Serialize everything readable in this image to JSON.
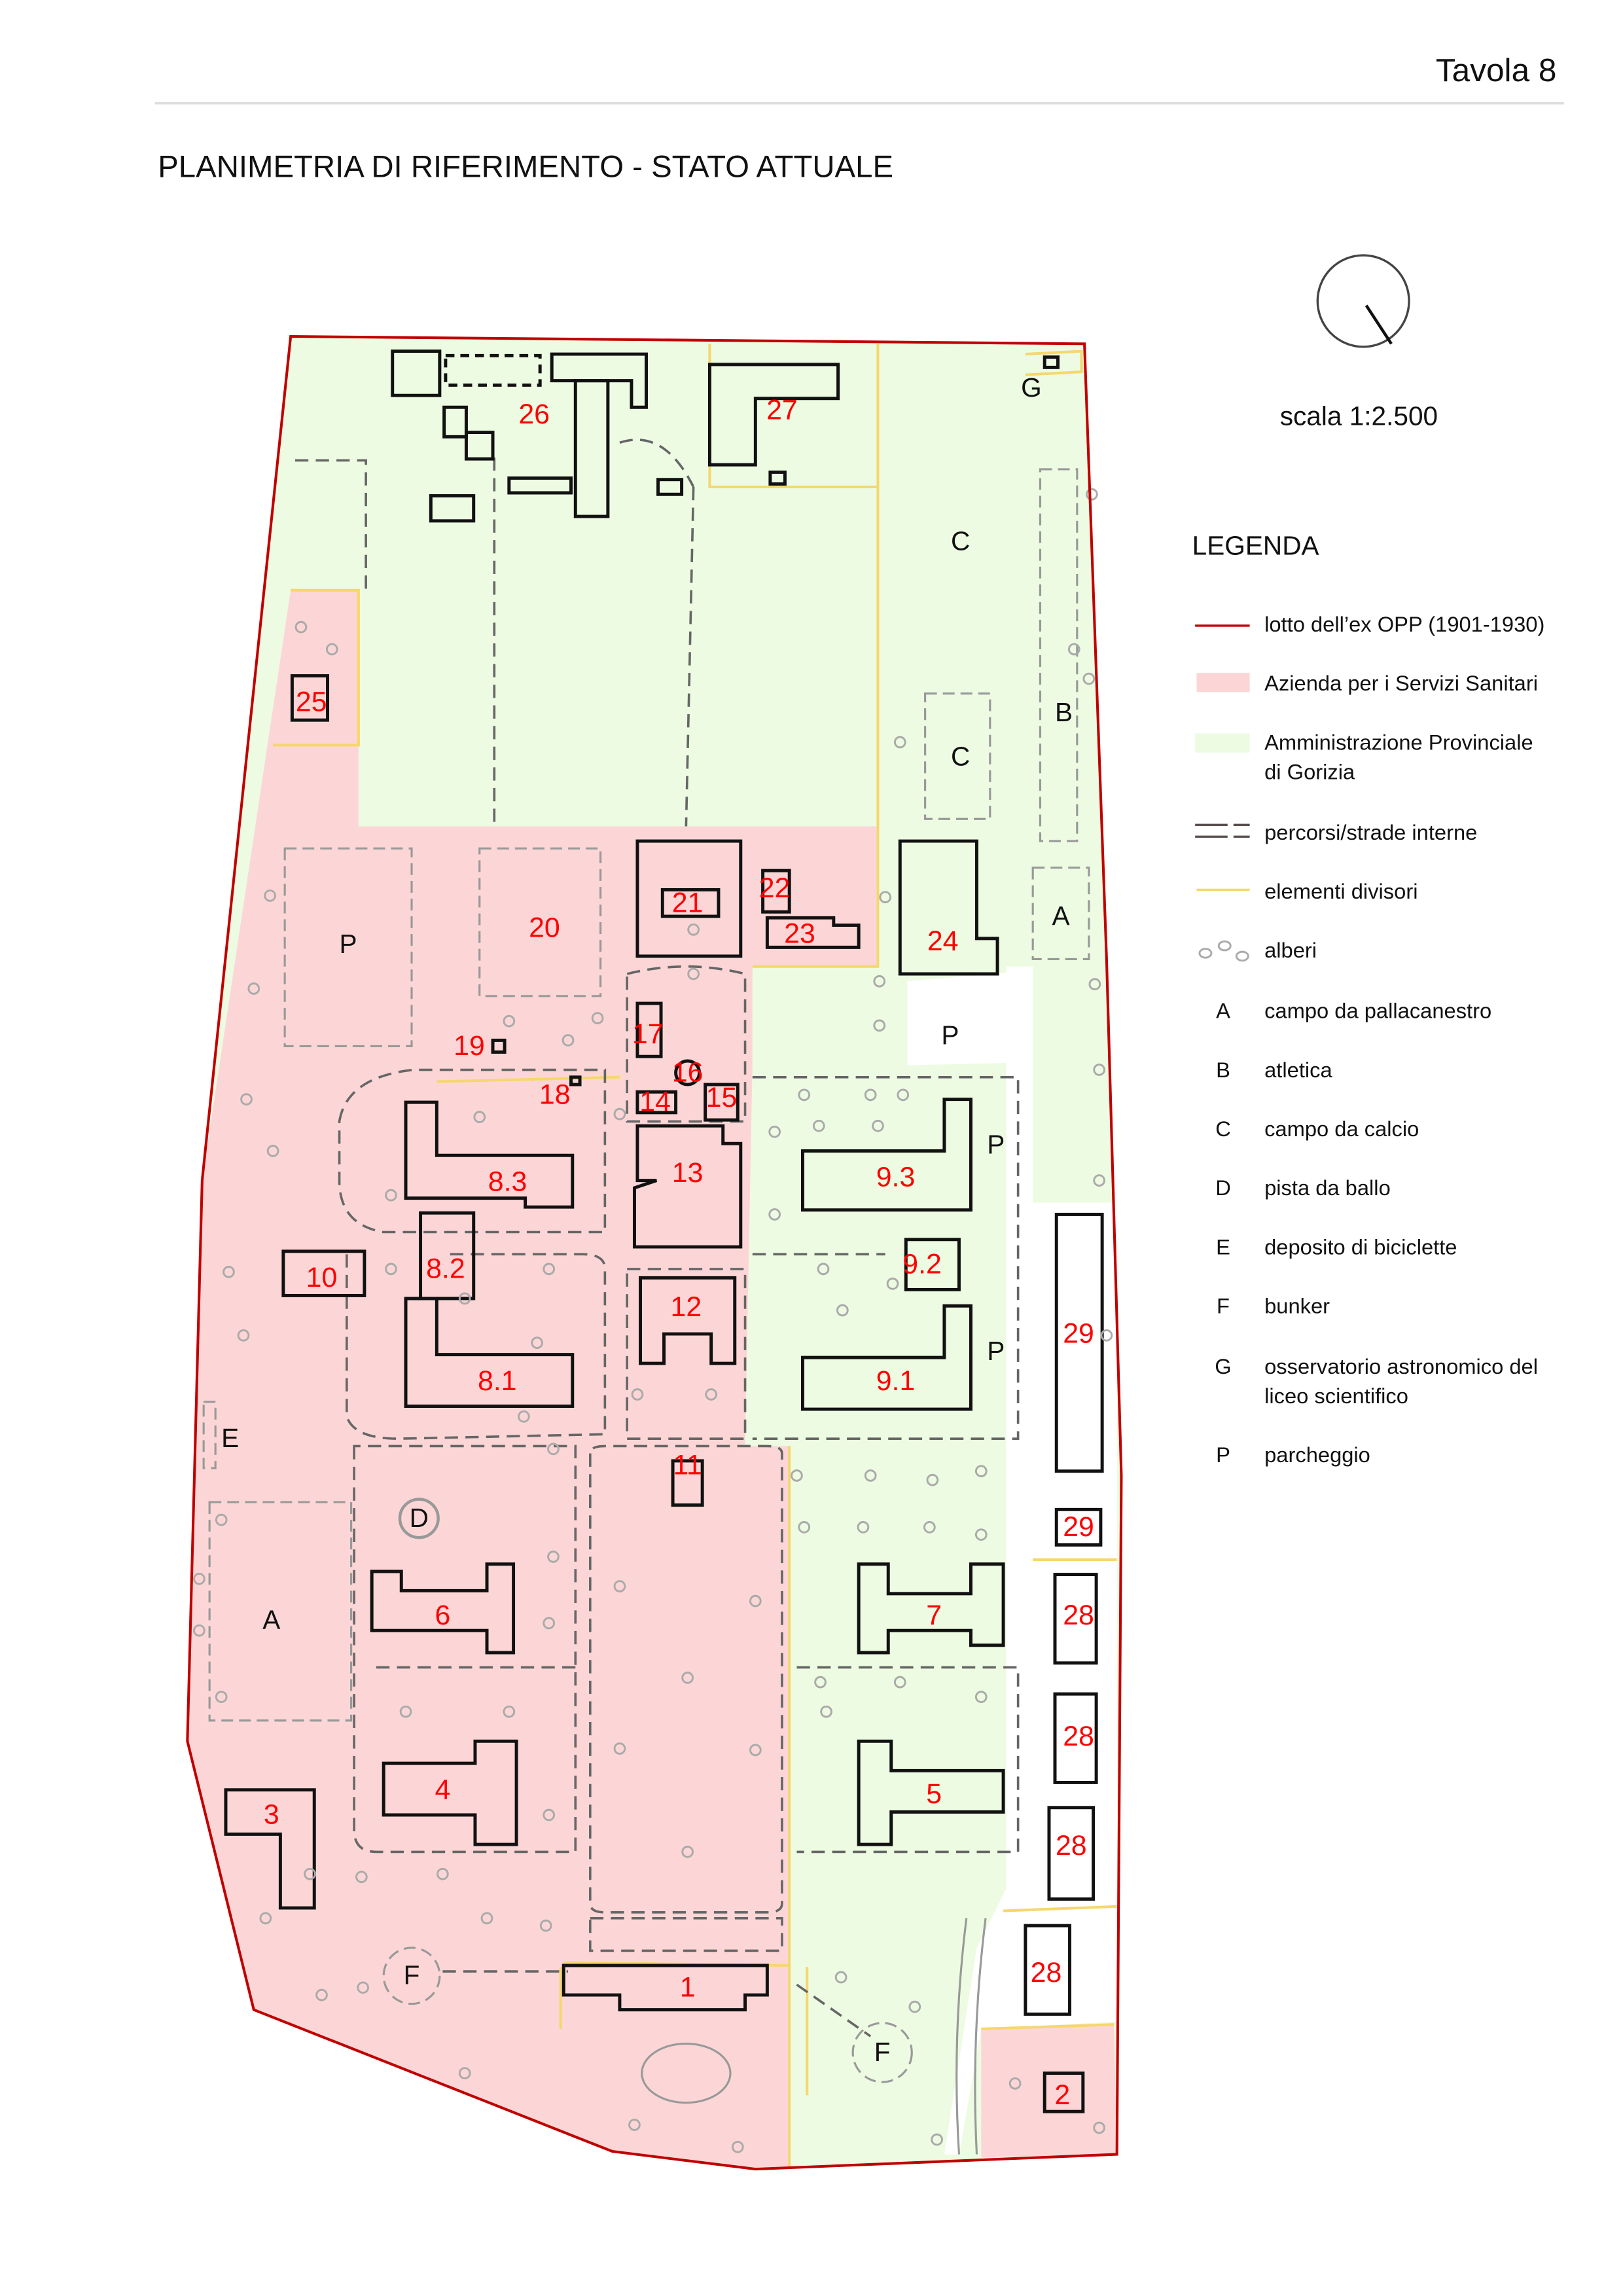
{
  "header": {
    "sheet": "Tavola 8",
    "title": "PLANIMETRIA DI RIFERIMENTO - STATO ATTUALE",
    "scale": "scala 1:2.500"
  },
  "legend": {
    "title": "LEGENDA",
    "items": [
      {
        "symbol": "red-line",
        "label": "lotto dell’ex OPP (1901-1930)"
      },
      {
        "symbol": "pink-fill",
        "label": "Azienda per i Servizi Sanitari"
      },
      {
        "symbol": "green-fill",
        "label": "Amministrazione Provinciale",
        "label2": "di Gorizia"
      },
      {
        "symbol": "dashed-double-line",
        "label": "percorsi/strade interne"
      },
      {
        "symbol": "yellow-line",
        "label": "elementi divisori"
      },
      {
        "symbol": "tree-circles",
        "label": "alberi"
      }
    ],
    "codes": [
      {
        "code": "A",
        "label": "campo da pallacanestro"
      },
      {
        "code": "B",
        "label": "atletica"
      },
      {
        "code": "C",
        "label": "campo da calcio"
      },
      {
        "code": "D",
        "label": "pista da ballo"
      },
      {
        "code": "E",
        "label": "deposito di biciclette"
      },
      {
        "code": "F",
        "label": "bunker"
      },
      {
        "code": "G",
        "label": "osservatorio astronomico del",
        "label2": "liceo scientifico"
      },
      {
        "code": "P",
        "label": "parcheggio"
      }
    ]
  },
  "colors": {
    "boundary": "#c00000",
    "asl": "#fcd6d6",
    "province": "#edfbe2",
    "divider": "#f5d76e",
    "label": "#ff0000"
  },
  "map": {
    "buildings": [
      "26",
      "27",
      "25",
      "20",
      "21",
      "22",
      "23",
      "24",
      "19",
      "18",
      "17",
      "16",
      "14",
      "15",
      "13",
      "8.3",
      "9.3",
      "10",
      "8.2",
      "9.2",
      "12",
      "8.1",
      "9.1",
      "29",
      "11",
      "29",
      "6",
      "7",
      "28",
      "28",
      "4",
      "5",
      "3",
      "28",
      "28",
      "1",
      "2"
    ],
    "areas": [
      "G",
      "C",
      "C",
      "B",
      "P",
      "A",
      "P",
      "P",
      "P",
      "E",
      "D",
      "A",
      "F",
      "F"
    ]
  }
}
